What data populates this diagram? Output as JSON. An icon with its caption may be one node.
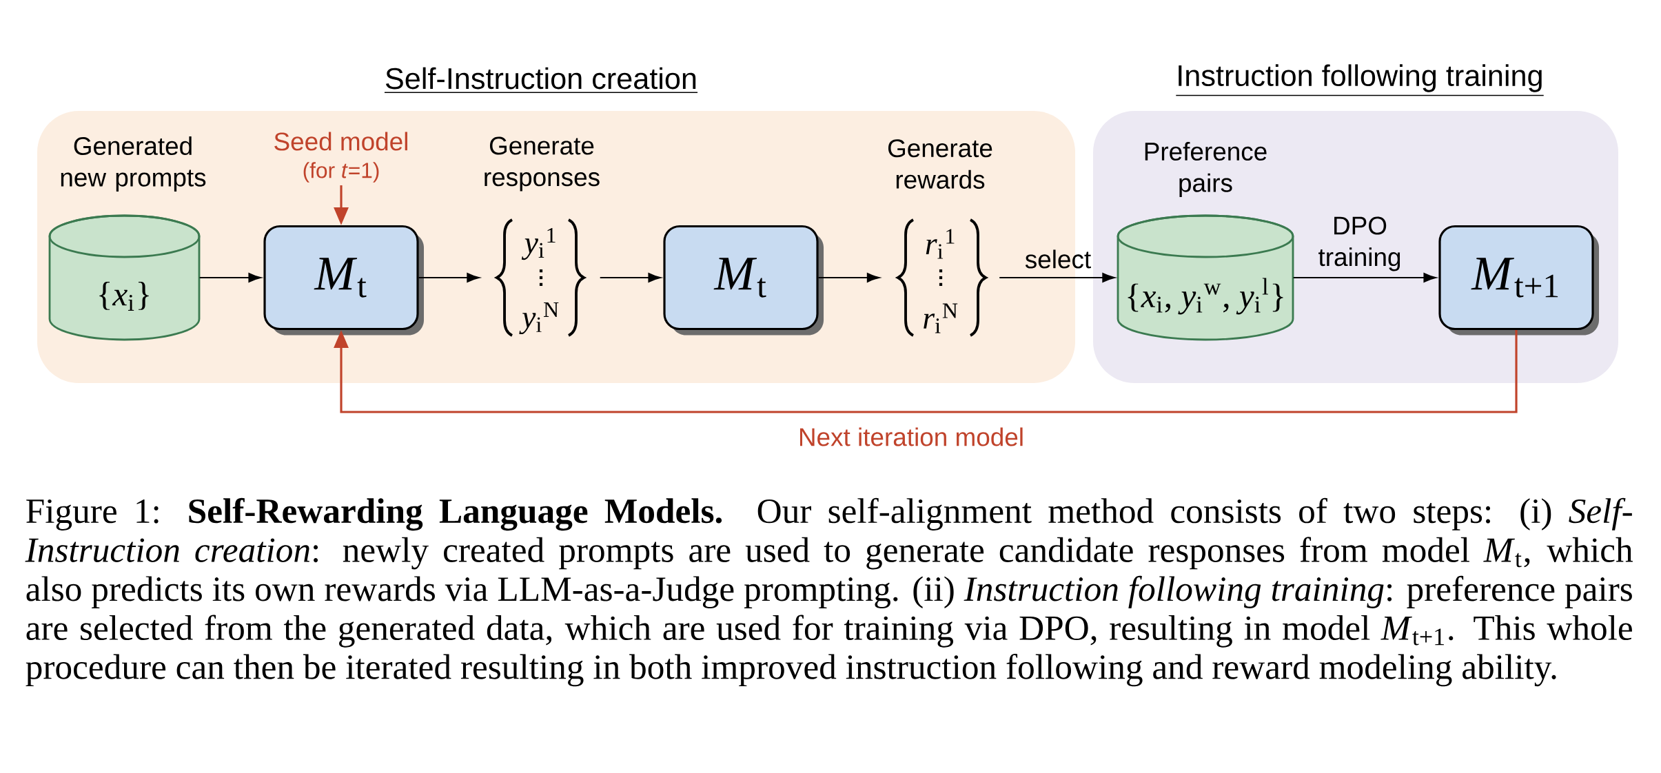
{
  "diagram": {
    "caption": "Figure 1: **Self-Rewarding Language Models.** Our self-alignment method consists of two steps: (i) *Self-Instruction creation*: newly created prompts are used to generate candidate responses from model *M*$_{t}$, which also predicts its own rewards via LLM-as-a-Judge prompting. (ii) *Instruction following training*: preference pairs are selected from the generated data, which are used for training via DPO, resulting in model *M*$_{t+1}$. This whole procedure can then be iterated resulting in both improved instruction following and reward modeling ability.",
    "nodes": [
      {
        "text": [
          "Self-Instruction creation"
        ]
      },
      {
        "text": [
          "Generated new prompts",
          "{*x*$_{i}$}"
        ],
        "in": 0
      },
      {
        "text": [
          "Seed model",
          "(for *t*=1)"
        ],
        "in": 0
      },
      {
        "text": [
          "*M*$_{t}$"
        ],
        "in": 0
      },
      {
        "text": [
          "Generate responses",
          "*y*$_{i}$$^{1}$",
          "*y*$_{i}$$^{N}$"
        ],
        "in": 0
      },
      {
        "text": [
          "*M*$_{t}$"
        ],
        "in": 0
      },
      {
        "text": [
          "Generate rewards",
          "*r*$_{i}$$^{1}$",
          "*r*$_{i}$$^{N}$"
        ],
        "in": 0
      },
      {
        "text": [
          "Instruction following training"
        ]
      },
      {
        "text": [
          "Preference pairs",
          "{*x*$_{i}$, *y*$_{i}$$^{w}$, *y*$_{i}$$^{l}$}"
        ],
        "in": 7
      },
      {
        "text": [
          "*M*$_{t+1}$"
        ],
        "in": 7
      }
    ],
    "edges": [
      {
        "from": 1,
        "to": 3,
        "arrow": "to"
      },
      {
        "from": 3,
        "to": 4,
        "arrow": "to"
      },
      {
        "from": 4,
        "to": 5,
        "arrow": "to"
      },
      {
        "from": 5,
        "to": 6,
        "arrow": "to"
      },
      {
        "from": 6,
        "to": 8,
        "arrow": "to",
        "label": "select"
      },
      {
        "from": 8,
        "to": 9,
        "arrow": "to",
        "label": "DPO training"
      },
      {
        "from": 2,
        "to": 3,
        "arrow": "to",
        "color": "#c0432b"
      },
      {
        "from": 9,
        "to": 3,
        "arrow": "to",
        "label": "Next iteration model",
        "color": "#c0432b"
      }
    ]
  }
}
